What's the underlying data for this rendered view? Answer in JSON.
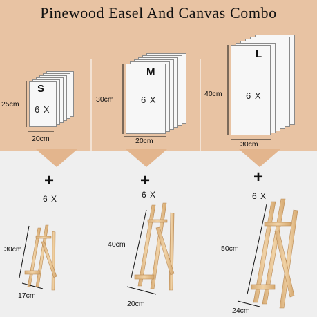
{
  "title": "Pinewood Easel And Canvas Combo",
  "colors": {
    "top_background": "#e8c3a3",
    "bottom_background": "#efefef",
    "arrow": "#e3b58d",
    "easel_wood": "#e9c79a"
  },
  "canvas_sizes": [
    {
      "size": "S",
      "quantity": "6 X",
      "height": "25cm",
      "width": "20cm"
    },
    {
      "size": "M",
      "quantity": "6 X",
      "height": "30cm",
      "width": "20cm"
    },
    {
      "size": "L",
      "quantity": "6 X",
      "height": "40cm",
      "width": "30cm"
    }
  ],
  "plus_symbol": "+",
  "easels": [
    {
      "quantity": "6 X",
      "height": "30cm",
      "width": "17cm"
    },
    {
      "quantity": "6 X",
      "height": "40cm",
      "width": "20cm"
    },
    {
      "quantity": "6 X",
      "height": "50cm",
      "width": "24cm"
    }
  ]
}
